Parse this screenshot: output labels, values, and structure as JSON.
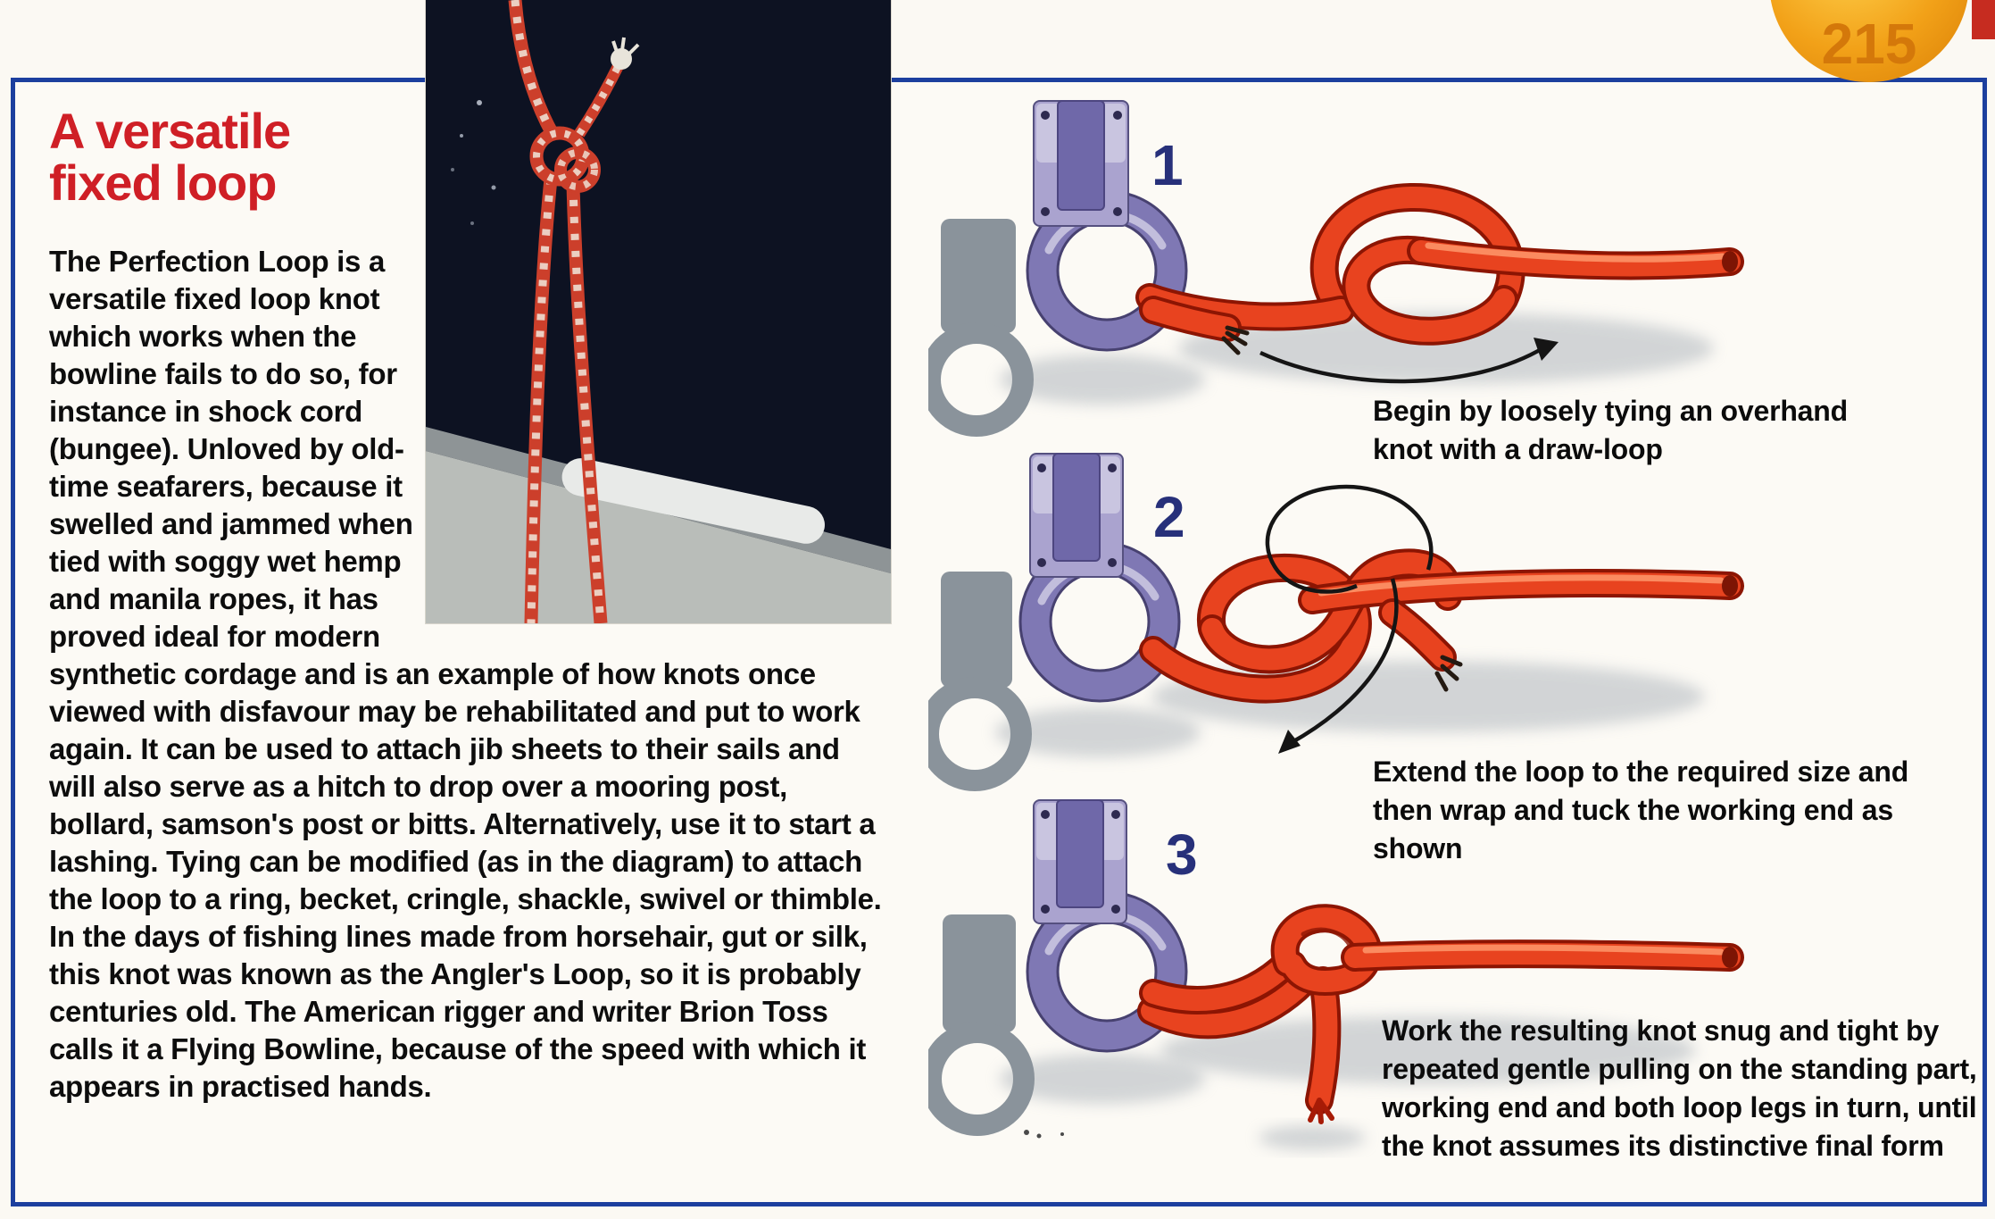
{
  "page": {
    "badge": "215",
    "heading_line1": "A versatile",
    "heading_line2": "fixed loop",
    "body": "The Perfection Loop is a versatile fixed loop knot which works when the bowline fails to do so, for instance in shock cord (bungee). Unloved by old-time seafarers, because it swelled and jammed when tied with soggy wet hemp and manila ropes, it has proved ideal for modern synthetic cordage and is an example of how knots once viewed with disfavour may be rehabilitated and put to work again. It can be used to attach jib sheets to their sails and will also serve as a hitch to drop over a mooring post, bollard, samson's post or bitts. Alternatively, use it to start a lashing. Tying can be modified (as in the diagram) to attach the loop to a ring, becket, cringle, shackle, swivel or thimble. In the days of fishing lines made from horsehair, gut or silk, this knot was known as the Angler's Loop, so it is probably centuries old. The American rigger and writer Brion Toss calls it a Flying Bowline, because of the speed with which it appears in practised hands.",
    "steps": [
      {
        "number": "1",
        "caption": "Begin by loosely tying an overhand knot with a draw-loop"
      },
      {
        "number": "2",
        "caption": "Extend the loop to the required size and then wrap and tuck the working end as shown"
      },
      {
        "number": "3",
        "caption": "Work the resulting knot snug and tight by repeated gentle pulling on the standing part, working end and both loop legs in turn, until the knot assumes its distinctive final form"
      }
    ],
    "colors": {
      "heading_red": "#cf1f26",
      "border_blue": "#1c3f9e",
      "number_navy": "#27307a",
      "rope_red": "#e8431f",
      "fitting_purple": "#7f78b4",
      "ghost_gray": "#8a939b",
      "badge_orange": "#f2a118"
    }
  }
}
